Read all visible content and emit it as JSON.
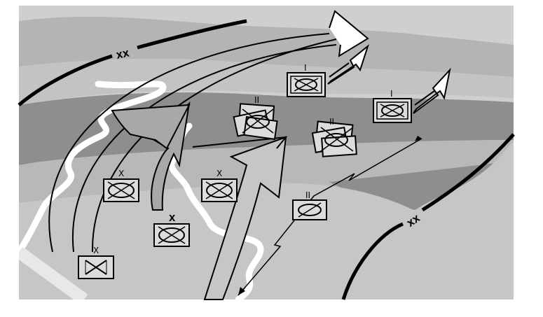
{
  "colors": {
    "far_band": "#cfcfcf",
    "mid_band": "#b4b4b4",
    "dark_band": "#8e8e8e",
    "near_ground": "#c6c6c6",
    "river": "#ffffff",
    "symbol_fill": "#dcdcdc",
    "outline": "#000000"
  },
  "boundaries": {
    "left_label": "XX",
    "right_label": "XX"
  },
  "units": [
    {
      "id": "u1",
      "echelon": "X",
      "icon": "armored-infantry-icon",
      "state": "intact"
    },
    {
      "id": "u2",
      "echelon": "X",
      "icon": "armored-infantry-icon",
      "state": "intact"
    },
    {
      "id": "u3",
      "echelon": "X",
      "icon": "armored-infantry-icon",
      "state": "intact"
    },
    {
      "id": "u4",
      "echelon": "X",
      "icon": "airborne-infantry-icon",
      "state": "intact"
    },
    {
      "id": "u5",
      "echelon": "I",
      "icon": "armored-infantry-icon",
      "state": "intact"
    },
    {
      "id": "u6",
      "echelon": "I",
      "icon": "armored-infantry-icon",
      "state": "intact"
    },
    {
      "id": "u7",
      "echelon": "II",
      "icon": "armor-icon",
      "state": "intact"
    },
    {
      "id": "u8",
      "echelon": "II",
      "icon": "armored-infantry-icon",
      "state": "destroyed"
    },
    {
      "id": "u9",
      "echelon": "II",
      "icon": "armored-infantry-icon",
      "state": "destroyed"
    }
  ]
}
